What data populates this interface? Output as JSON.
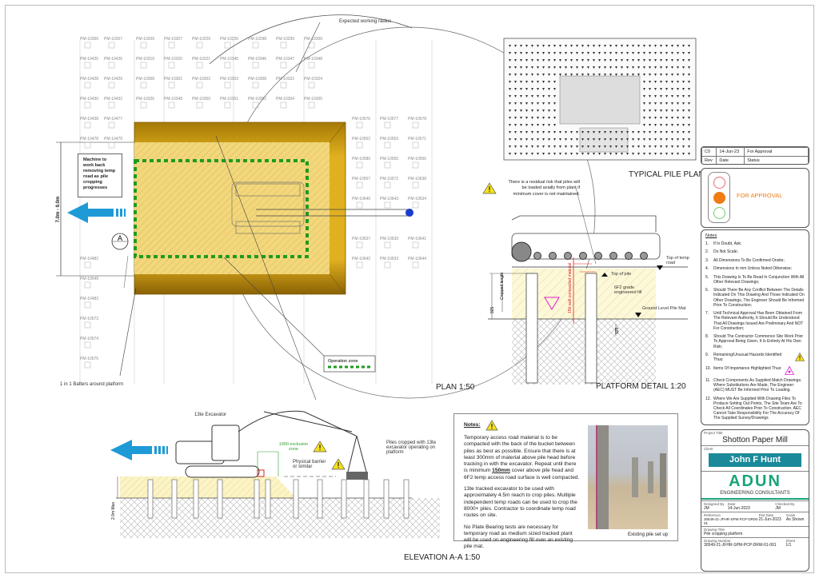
{
  "plan": {
    "title": "PLAN 1:50",
    "working_radius_label": "Expected working radius",
    "machine_note": "Machine to work back removing temp road as pile cropping progresses",
    "dimension": "7.0m - 9.0m",
    "section_marker": "A",
    "operation_zone_label": "Operation zone",
    "batters_label": "1 in 1 Batters around platform",
    "pile_labels": [
      "PM-10209",
      "PM-10307",
      "PM-10229",
      "PM-10250",
      "PM-10298",
      "PM-10299",
      "PM-10300",
      "PM-10319",
      "PM-10320",
      "PM-10321",
      "PM-10345",
      "PM-10346",
      "PM-10347",
      "PM-10348",
      "PM-10358",
      "PM-10301",
      "PM-10302",
      "PM-10303",
      "PM-10308",
      "PM-10322",
      "PM-10324",
      "PM-10326",
      "PM-10349",
      "PM-10350",
      "PM-10351",
      "PM-10352",
      "PM-10304",
      "PM-10305",
      "PM-10356",
      "PM-10357",
      "PM-10425",
      "PM-10426",
      "PM-10428",
      "PM-10429",
      "PM-10430",
      "PM-10432",
      "PM-10438",
      "PM-10477",
      "PM-10478",
      "PM-10479",
      "PM-10482",
      "PM-10549",
      "PM-10483",
      "PM-10573",
      "PM-10574",
      "PM-10575",
      "PM-10576",
      "PM-10577",
      "PM-10578",
      "PM-10552",
      "PM-10553",
      "PM-10571",
      "PM-10580",
      "PM-10555",
      "PM-10556",
      "PM-10557",
      "PM-10572",
      "PM-10638",
      "PM-10640",
      "PM-10643",
      "PM-10634",
      "PM-10637",
      "PM-10639",
      "PM-10641",
      "PM-10642",
      "PM-10633",
      "PM-10644"
    ]
  },
  "typical_pile_plan": {
    "title": "TYPICAL PILE PLAN"
  },
  "platform_detail": {
    "title": "PLATFORM DETAIL 1:20",
    "risk_note": "There is a residual risk that piles will be loaded axially from plant if minimum cover is not maintained.",
    "top_temp_road": "Top of temp road",
    "top_of_pile": "Top of pile",
    "fill_label": "6F2 grade engineered fill",
    "ground_level": "Ground Level Pile Mat",
    "cropped_length": "Cropped length",
    "dim_925": "925",
    "dim_125": "125",
    "compacted_label": "150 well compacted material"
  },
  "elevation": {
    "title": "ELEVATION A-A 1:50",
    "excavator_label": "13te Excavator",
    "exclusion_label": "1000 exclusion zone",
    "barrier_label": "Physical barrier or similar",
    "piles_cropped_label": "Piles cropped with 13te excavator operating on platform",
    "max_label": "2.0m Max"
  },
  "site_notes": {
    "heading": "Notes:",
    "p1a": "Temporary access road material is to be compacted with the back of the bucket between piles as best as possible. Ensure that there is at least 300mm of material above pile head before tracking in with the excavator. Repeat until there is minimum ",
    "p1b": "150mm",
    "p1c": " cover above pile head and 6F2 temp access road surface is well compacted.",
    "p2": "13te tracked excavator to be used with approximately 4.5m reach to crop piles. Multiple independent temp roads can be used to crop the 8000+ piles. Contractor to coordinate temp road routes on site.",
    "p3": "No Plate Bearing tests are necessary for temporary road as medium sized tracked plant will be used on engineering fill over an existing pile mat.",
    "photo_caption": "Existing pile set up"
  },
  "revision": {
    "rev": "C0",
    "date": "14-Jun-23",
    "status": "For Approval",
    "h_rev": "Rev",
    "h_date": "Date",
    "h_status": "Status"
  },
  "approval": {
    "label": "FOR APPROVAL",
    "color": "#f07c14"
  },
  "general_notes": {
    "heading": "Notes",
    "items": [
      "If In Doubt, Ask;",
      "Do Not Scale;",
      "All Dimensions To Be Confirmed Onsite;",
      "Dimensions In mm Unless Noted Otherwise;",
      "This Drawing Is To Be Read In Conjunction With All Other Relevant Drawings;",
      "Should There Be Any Conflict Between The Details Indicated On This Drawing And Those Indicated On Other Drawings, The Engineer Should Be Informed Prior To Construction;",
      "Until Technical Approval Has Been Obtained From The Relevant Authority, It Should Be Understood That All Drawings Issued Are Preliminary And NOT For Construction;",
      "Should The Contractor Commence Site Work Prior To Approval Being Given, It Is Entirely At His Own Risk;",
      "Remaining/Unusual Hazards Identified Thus:",
      "Items Of Importance Highlighted Thus:",
      "Check Components As Supplied Match Drawings. Where Substitutions Are Made, The Engineer (AEC) MUST Be Informed Prior To Loading.",
      "Where We Are Supplied With Drawing Files To Produce Setting Out Points, The Site Team Are To Check All Coordinates Prior To Construction. AEC Cannot Take Responsibility For The Accuracy Of The Supplied Survey/Drawings"
    ]
  },
  "title_block": {
    "project_label": "Project Title",
    "project": "Shotton Paper Mill",
    "client_label": "Client",
    "client": "John F Hunt",
    "client_color": "#1a8a9a",
    "logo_text": "ADUN",
    "company": "ENGINEERING CONSULTANTS",
    "brand_color": "#1aa37a",
    "designed_by_label": "Designed By",
    "designed_by": "JM",
    "date_label": "Date",
    "date": "14-Jun-2023",
    "checked_by_label": "Checked By",
    "checked_by": "JM",
    "reference_label": "Reference",
    "reference": "30549-21-JFHR-SPM-PCP-DR00-01",
    "plot_date_label": "Plot Date",
    "plot_date": "21-Jun-2023",
    "scale_label": "Scale",
    "scale": "As Shown",
    "drawing_title_label": "Drawing Title",
    "drawing_title": "Pile cropping platform",
    "drawing_number_label": "Drawing Number",
    "drawing_number": "30549-21-JFHR-SPM-PCP-DRW-01-001",
    "sheet_label": "Sheet",
    "sheet": "1/1"
  }
}
